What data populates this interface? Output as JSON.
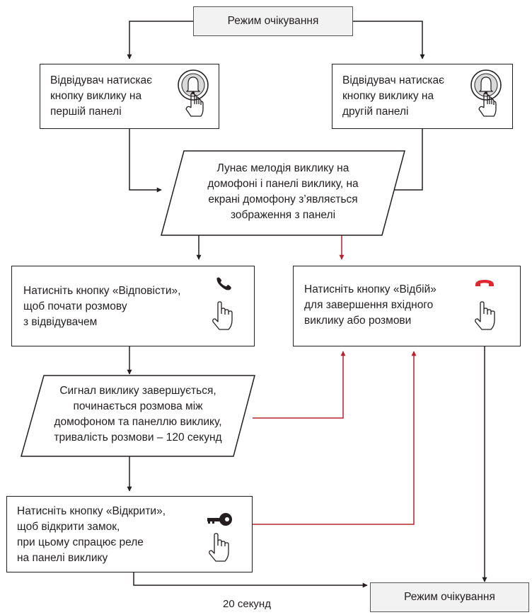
{
  "colors": {
    "line": "#231f20",
    "red": "#b5212e",
    "phone_red": "#e0262e",
    "box_fill": "#f2f2f2"
  },
  "nodes": {
    "start": "Режим очікування",
    "visitor1": "Відвідувач натискає\nкнопку виклику на\nпершій панелі",
    "visitor2": "Відвідувач натискає\nкнопку виклику на\nдругій панелі",
    "ring": "Лунає мелодія виклику на\nдомофоні і панелі виклику, на\nекрані домофону з’являється\nзображення з панелі",
    "answer": "Натисніть кнопку «Відповісти»,\nщоб почати розмову\nз відвідувачем",
    "hangup": "Натисніть кнопку «Відбій»\nдля завершення вхідного\nвиклику або розмови",
    "talk": "Сигнал виклику завершується,\nпочинається розмова між\nдомофоном та панеллю виклику,\nтривалість розмови – 120 секунд",
    "open": "Натисніть кнопку «Відкрити»,\nщоб відкрити замок,\nпри цьому спрацює реле\nна панелі виклику",
    "end": "Режим очікування"
  },
  "edge_label": "20 секунд",
  "icons": [
    "bell-hand-icon",
    "phone-answer-icon",
    "phone-hangup-icon",
    "key-icon",
    "hand-icon"
  ]
}
